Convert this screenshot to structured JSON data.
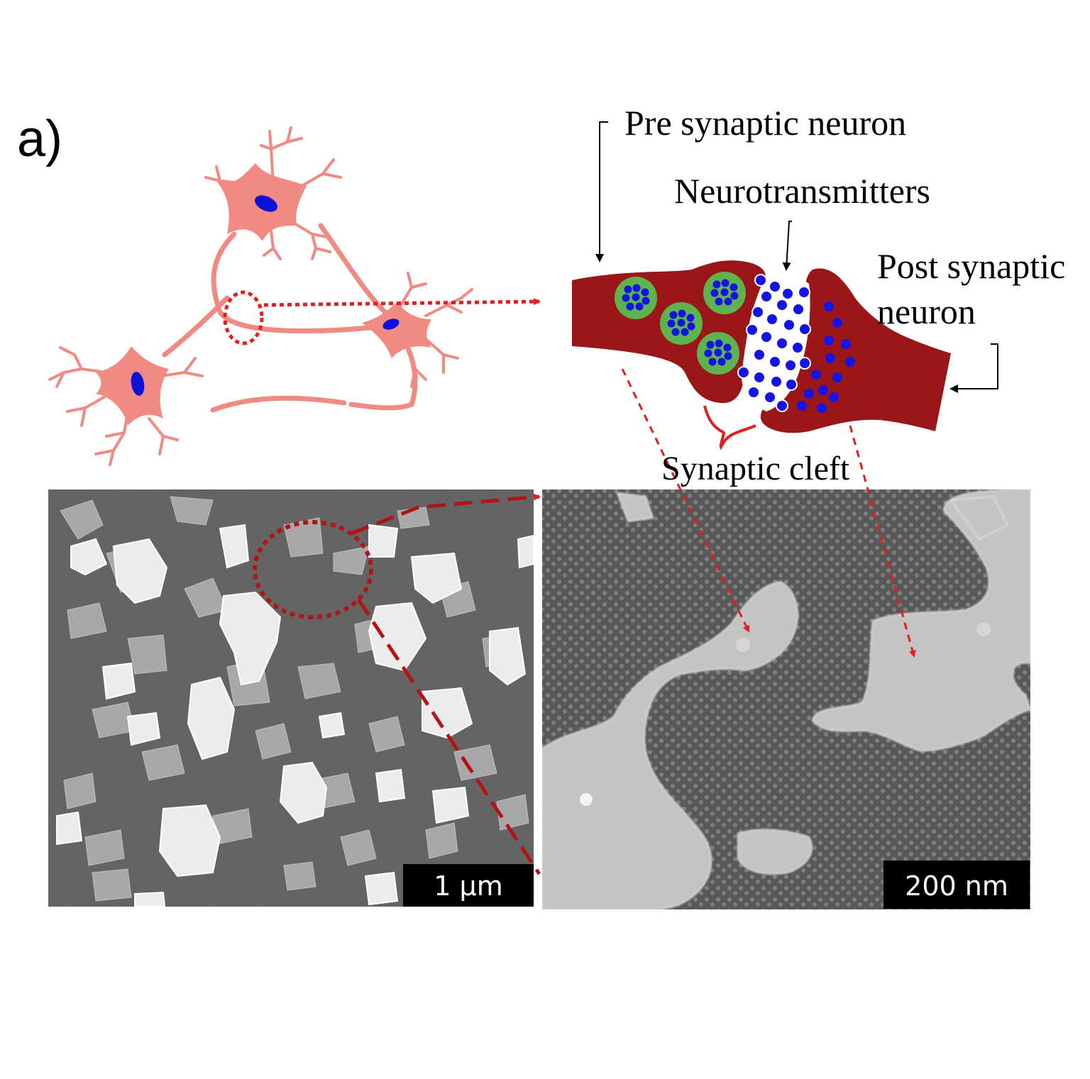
{
  "panel_label": "a)",
  "labels": {
    "pre_synaptic": "Pre synaptic neuron",
    "neurotransmitters": "Neurotransmitters",
    "post_synaptic_line1": "Post synaptic",
    "post_synaptic_line2": "neuron",
    "synaptic_cleft": "Synaptic cleft"
  },
  "micrographs": {
    "left_scale_bar": "1 µm",
    "right_scale_bar": "200 nm"
  },
  "colors": {
    "neuron_pink": "#f08a82",
    "nucleus_blue": "#0d12d8",
    "synapse_red": "#9b1616",
    "vesicle_green": "#5eb34f",
    "transmitter_blue": "#1414e6",
    "arrow_red": "#e02020",
    "zoom_dark_red": "#b21414"
  }
}
